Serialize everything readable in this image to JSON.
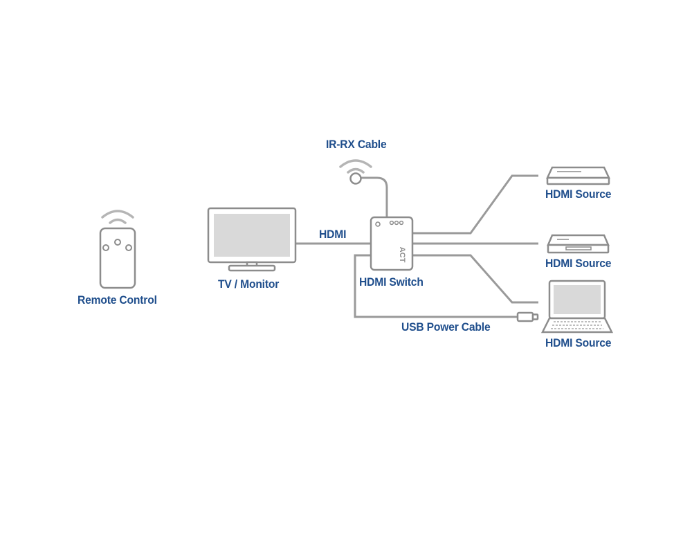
{
  "labels": {
    "remote": "Remote Control",
    "tv": "TV / Monitor",
    "hdmi_link": "HDMI",
    "ir_cable": "IR-RX Cable",
    "switch": "HDMI Switch",
    "usb_cable": "USB Power Cable",
    "source_1": "HDMI Source",
    "source_2": "HDMI Source",
    "source_3": "HDMI Source",
    "switch_logo": "ACT"
  },
  "colors": {
    "label_text": "#1f4e8c",
    "line": "#9a9a9a",
    "device_outline": "#8c8c8c",
    "screen_fill": "#d9d9d9"
  },
  "icons": {
    "remote": "remote-control-icon",
    "tv": "monitor-icon",
    "switch": "hdmi-switch-icon",
    "ir_receiver": "ir-receiver-icon",
    "player_1": "media-player-icon",
    "player_2": "dvd-player-icon",
    "laptop": "laptop-icon",
    "usb_plug": "usb-plug-icon"
  }
}
